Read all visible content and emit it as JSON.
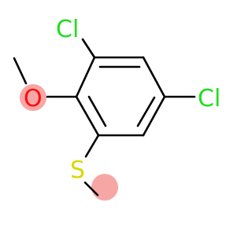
{
  "molecule": {
    "atoms": {
      "cl_top": {
        "symbol": "Cl",
        "color": "#1fdd1f"
      },
      "cl_right": {
        "symbol": "Cl",
        "color": "#1fdd1f"
      },
      "oxygen": {
        "symbol": "O",
        "color": "#ff0d0d",
        "highlight": "#f7a6a6"
      },
      "sulfur": {
        "symbol": "S",
        "color": "#d8d800"
      },
      "methyl_s_highlight": {
        "color": "#f7a6a6"
      }
    },
    "bond_color": "#000000"
  }
}
